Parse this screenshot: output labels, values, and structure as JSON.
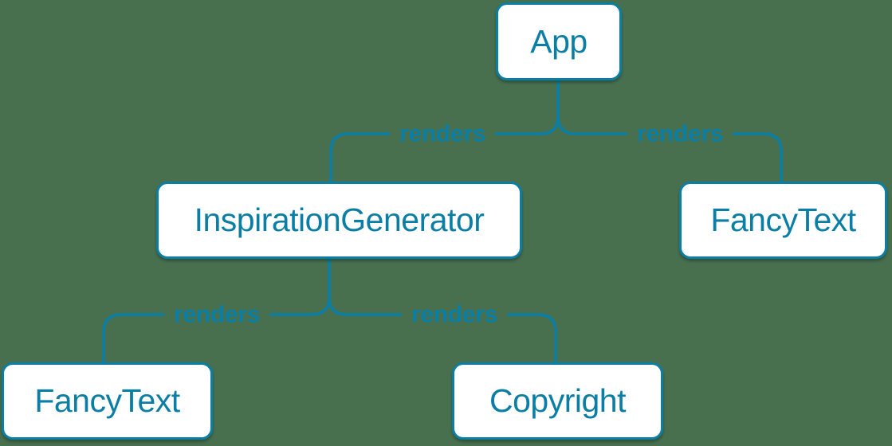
{
  "diagram": {
    "type": "tree",
    "description": "Component render tree"
  },
  "colors": {
    "accent": "#0A7EA4",
    "background": "#48704F",
    "node_fill": "#FFFFFF"
  },
  "nodes": [
    {
      "id": "app",
      "label": "App"
    },
    {
      "id": "inspiration-generator",
      "label": "InspirationGenerator"
    },
    {
      "id": "fancy-text-right",
      "label": "FancyText"
    },
    {
      "id": "fancy-text-left",
      "label": "FancyText"
    },
    {
      "id": "copyright",
      "label": "Copyright"
    }
  ],
  "edges": [
    {
      "from": "App",
      "to": "InspirationGenerator",
      "label": "renders"
    },
    {
      "from": "App",
      "to": "FancyText",
      "label": "renders"
    },
    {
      "from": "InspirationGenerator",
      "to": "FancyText",
      "label": "renders"
    },
    {
      "from": "InspirationGenerator",
      "to": "Copyright",
      "label": "renders"
    }
  ]
}
